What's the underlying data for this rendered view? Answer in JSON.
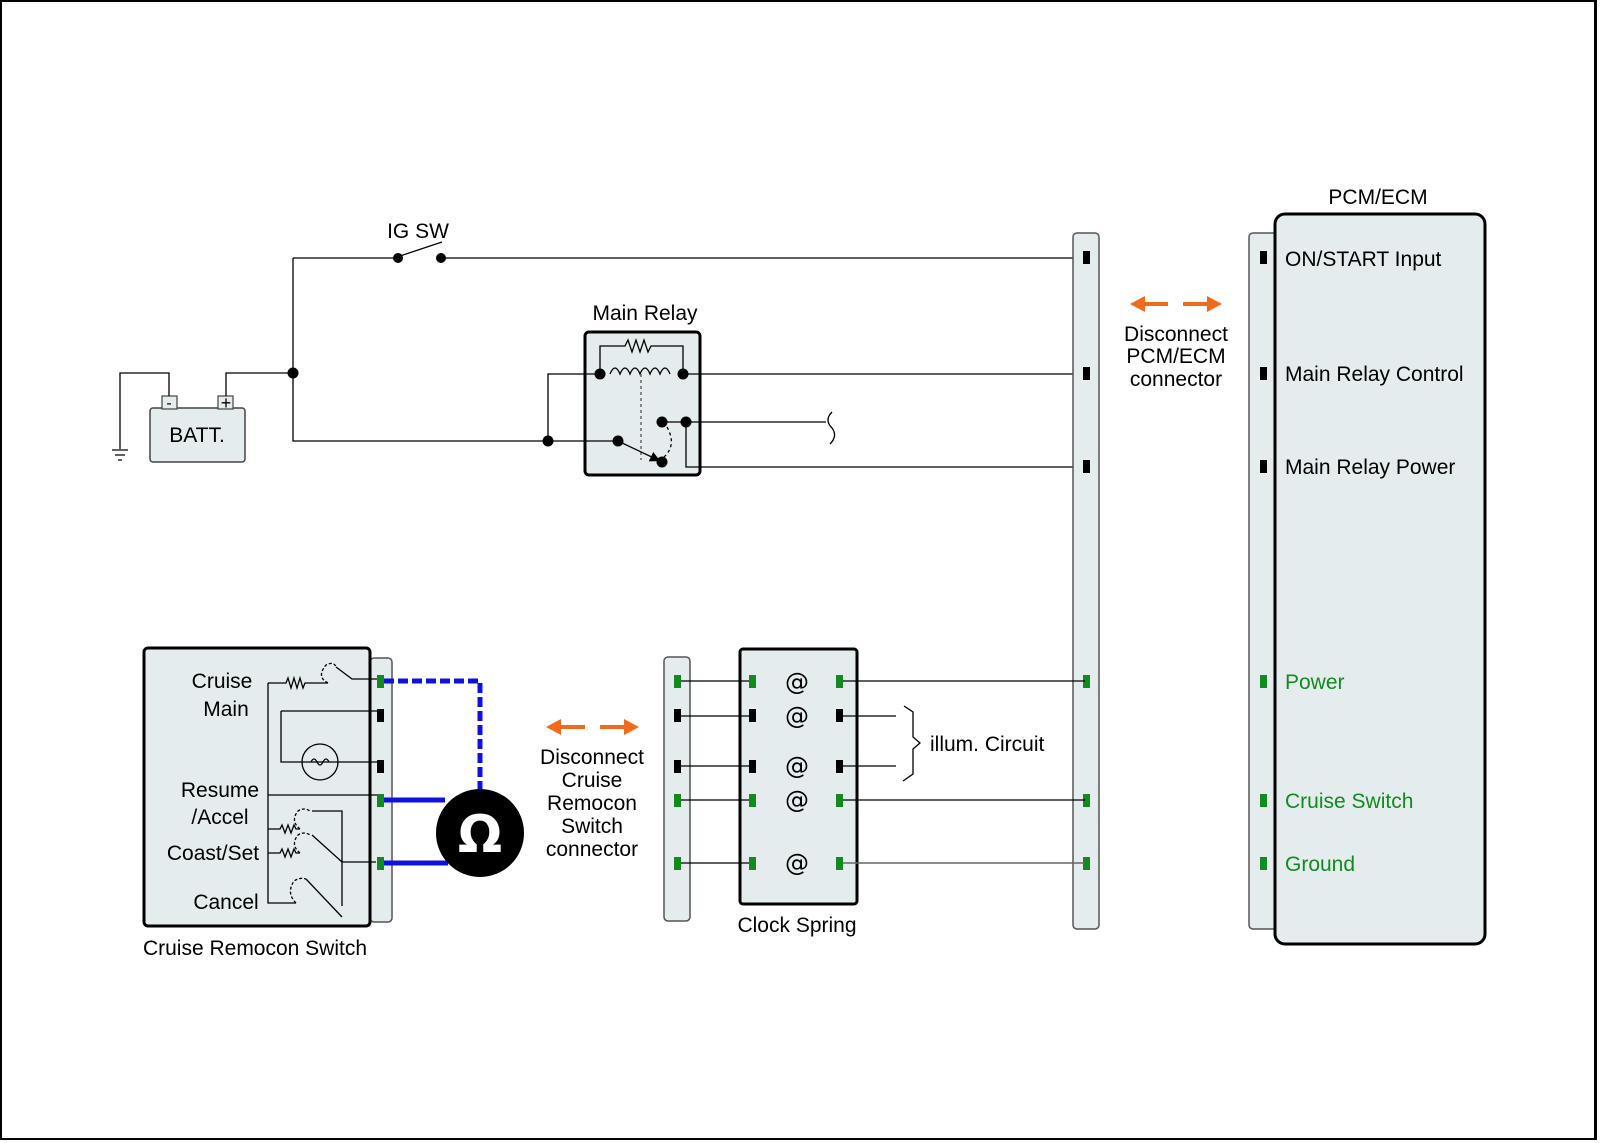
{
  "diagram": {
    "title": "Cruise Control / PCM-ECM Circuit Inspection",
    "colors": {
      "component_fill": "#e4ecee",
      "wire": "#000000",
      "signal_pin": "#128a1f",
      "other_pin": "#000000",
      "meter_lead": "#1010e0",
      "disconnect_arrow": "#f26a1b",
      "signal_label": "#128a1f"
    },
    "power": {
      "battery_label": "BATT.",
      "battery_neg": "-",
      "battery_pos": "+",
      "ignition_switch_label": "IG SW",
      "main_relay_label": "Main Relay"
    },
    "pcm": {
      "title": "PCM/ECM",
      "pins": [
        {
          "label": "ON/START Input",
          "type": "other"
        },
        {
          "label": "Main Relay Control",
          "type": "other"
        },
        {
          "label": "Main Relay Power",
          "type": "other"
        },
        {
          "label": "Power",
          "type": "signal"
        },
        {
          "label": "Cruise Switch",
          "type": "signal"
        },
        {
          "label": "Ground",
          "type": "signal"
        }
      ],
      "disconnect_note": [
        "Disconnect",
        "PCM/ECM",
        "connector"
      ]
    },
    "remocon": {
      "title": "Cruise Remocon Switch",
      "switches": [
        "Cruise",
        "Main",
        "Resume",
        "/Accel",
        "Coast/Set",
        "Cancel"
      ],
      "disconnect_note": [
        "Disconnect",
        "Cruise",
        "Remocon",
        "Switch",
        "connector"
      ]
    },
    "clock_spring": {
      "title": "Clock Spring",
      "illum_label": "illum. Circuit"
    },
    "ohmmeter": {
      "symbol": "Ω",
      "icon": "ohmmeter-icon"
    }
  }
}
